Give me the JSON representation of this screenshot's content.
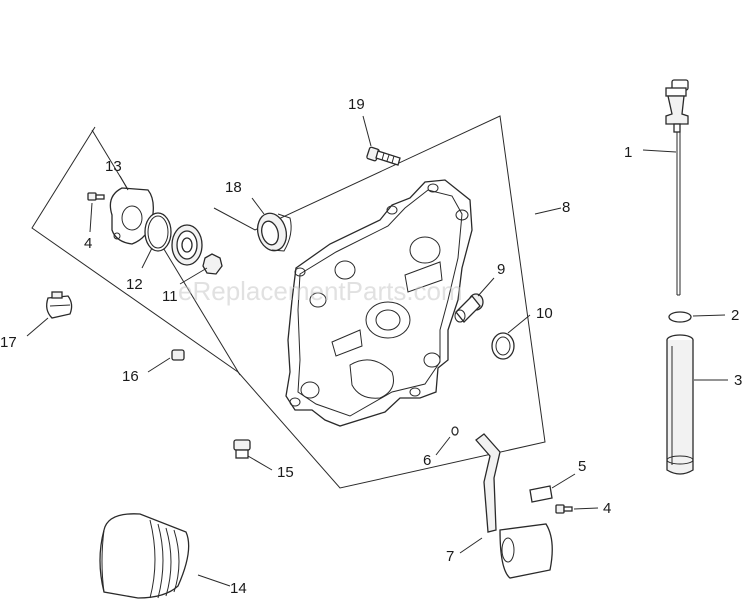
{
  "watermark": "eReplacementParts.com",
  "callouts": [
    {
      "id": "c1",
      "text": "1"
    },
    {
      "id": "c2",
      "text": "2"
    },
    {
      "id": "c3",
      "text": "3"
    },
    {
      "id": "c4a",
      "text": "4"
    },
    {
      "id": "c4b",
      "text": "4"
    },
    {
      "id": "c5",
      "text": "5"
    },
    {
      "id": "c6",
      "text": "6"
    },
    {
      "id": "c7",
      "text": "7"
    },
    {
      "id": "c8",
      "text": "8"
    },
    {
      "id": "c9",
      "text": "9"
    },
    {
      "id": "c10",
      "text": "10"
    },
    {
      "id": "c11",
      "text": "11"
    },
    {
      "id": "c12",
      "text": "12"
    },
    {
      "id": "c13",
      "text": "13"
    },
    {
      "id": "c14",
      "text": "14"
    },
    {
      "id": "c15",
      "text": "15"
    },
    {
      "id": "c16",
      "text": "16"
    },
    {
      "id": "c17",
      "text": "17"
    },
    {
      "id": "c18",
      "text": "18"
    },
    {
      "id": "c19",
      "text": "19"
    }
  ]
}
